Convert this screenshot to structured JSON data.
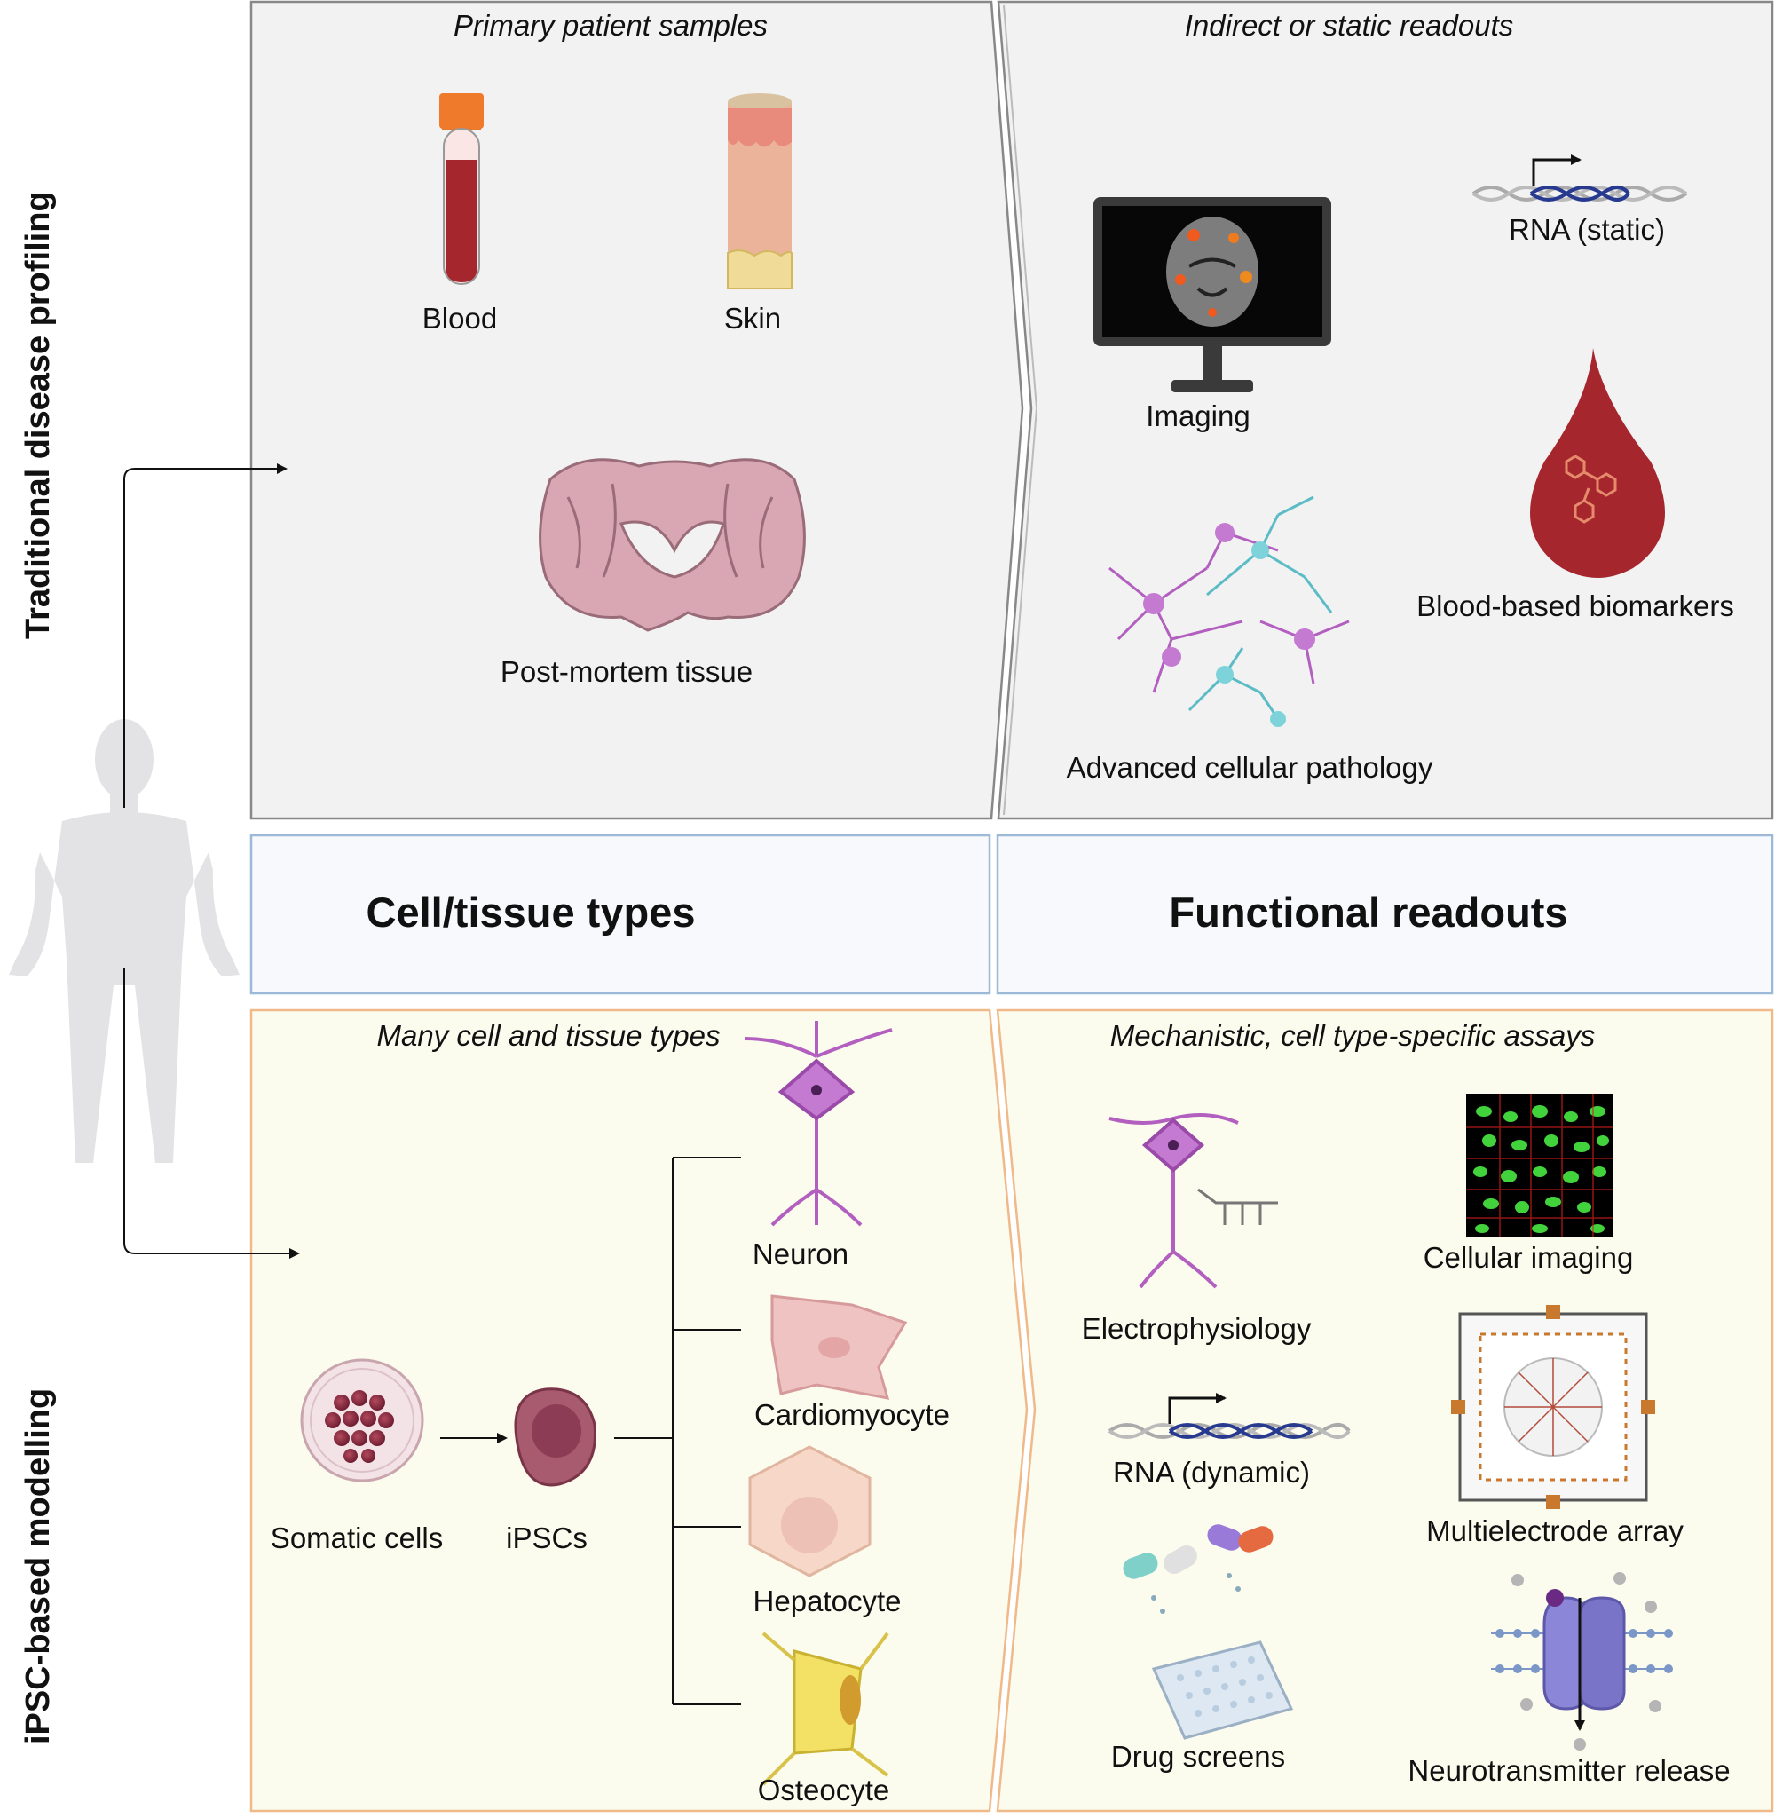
{
  "side_labels": {
    "top": "Traditional disease profiling",
    "bottom": "iPSC-based modelling"
  },
  "panels": {
    "primary": {
      "heading": "Primary patient samples",
      "items": [
        "Blood",
        "Skin",
        "Post-mortem tissue"
      ]
    },
    "readouts_top": {
      "heading": "Indirect or static readouts",
      "items": [
        "Imaging",
        "RNA (static)",
        "Advanced cellular pathology",
        "Blood-based biomarkers"
      ]
    },
    "middle": {
      "left": "Cell/tissue types",
      "right": "Functional readouts"
    },
    "cells": {
      "heading": "Many cell and tissue types",
      "source": [
        "Somatic cells",
        "iPSCs"
      ],
      "types": [
        "Neuron",
        "Cardiomyocyte",
        "Hepatocyte",
        "Osteocyte"
      ]
    },
    "assays": {
      "heading": "Mechanistic, cell type-specific assays",
      "items": [
        "Electrophysiology",
        "Cellular imaging",
        "RNA (dynamic)",
        "Multielectrode array",
        "Drug screens",
        "Neurotransmitter release"
      ]
    }
  },
  "icons": [
    "human-silhouette-icon",
    "blood-tube-icon",
    "skin-biopsy-icon",
    "brain-section-icon",
    "monitor-brain-scan-icon",
    "dna-transcription-icon",
    "blood-drop-icon",
    "neuron-network-icon",
    "petri-dish-icon",
    "ipsc-cell-icon",
    "neuron-icon",
    "cardiomyocyte-icon",
    "hepatocyte-icon",
    "osteocyte-icon",
    "patch-clamp-icon",
    "fluorescent-cells-icon",
    "mea-chip-icon",
    "drug-plate-icon",
    "ion-channel-icon"
  ],
  "colors": {
    "top_panel_fill": "#f2f2f2",
    "top_panel_border": "#888888",
    "middle_border": "#9db9d8",
    "middle_fill": "#f7f9fc",
    "bottom_panel_fill": "#fbfbee",
    "bottom_panel_border": "#f0b98a",
    "blood": "#a6262e",
    "neuron": "#b25fc0",
    "astro": "#5bbcc6"
  }
}
